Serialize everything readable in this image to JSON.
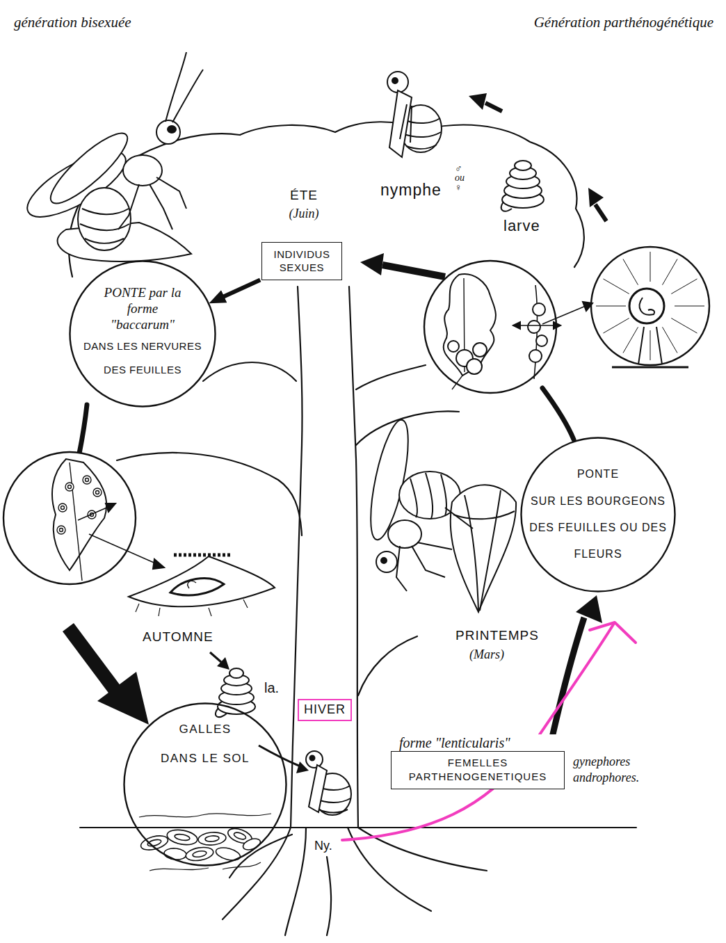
{
  "diagram": {
    "nodes": [
      {
        "text": [
          "INDIVIDUS SEXUES"
        ]
      },
      {
        "text": [
          "PONTE par la forme \"baccarum\"",
          "DANS LES NERVURES DES FEUILLES"
        ]
      },
      {
        "text": [
          "PONTE",
          "SUR LES BOURGEONS DES FEUILLES OU DES FLEURS"
        ]
      },
      {
        "text": [
          "HIVER"
        ]
      },
      {
        "text": [
          "GALLES",
          "DANS LE SOL"
        ]
      },
      {
        "text": [
          "forme \"lenticularis\"",
          "FEMELLES PARTHENOGENETIQUES"
        ]
      }
    ],
    "edges": [
      {
        "from": 0,
        "to": 1,
        "arrow": "to"
      }
    ],
    "labels": [
      "génération bisexuée",
      "Génération parthénogénétique",
      "ÉTE",
      "(Juin)",
      "nymphe",
      "♂ ou ♀",
      "larve",
      "PRINTEMPS",
      "(Mars)",
      "AUTOMNE",
      "la.",
      "gynephores androphores.",
      "Ny."
    ]
  }
}
